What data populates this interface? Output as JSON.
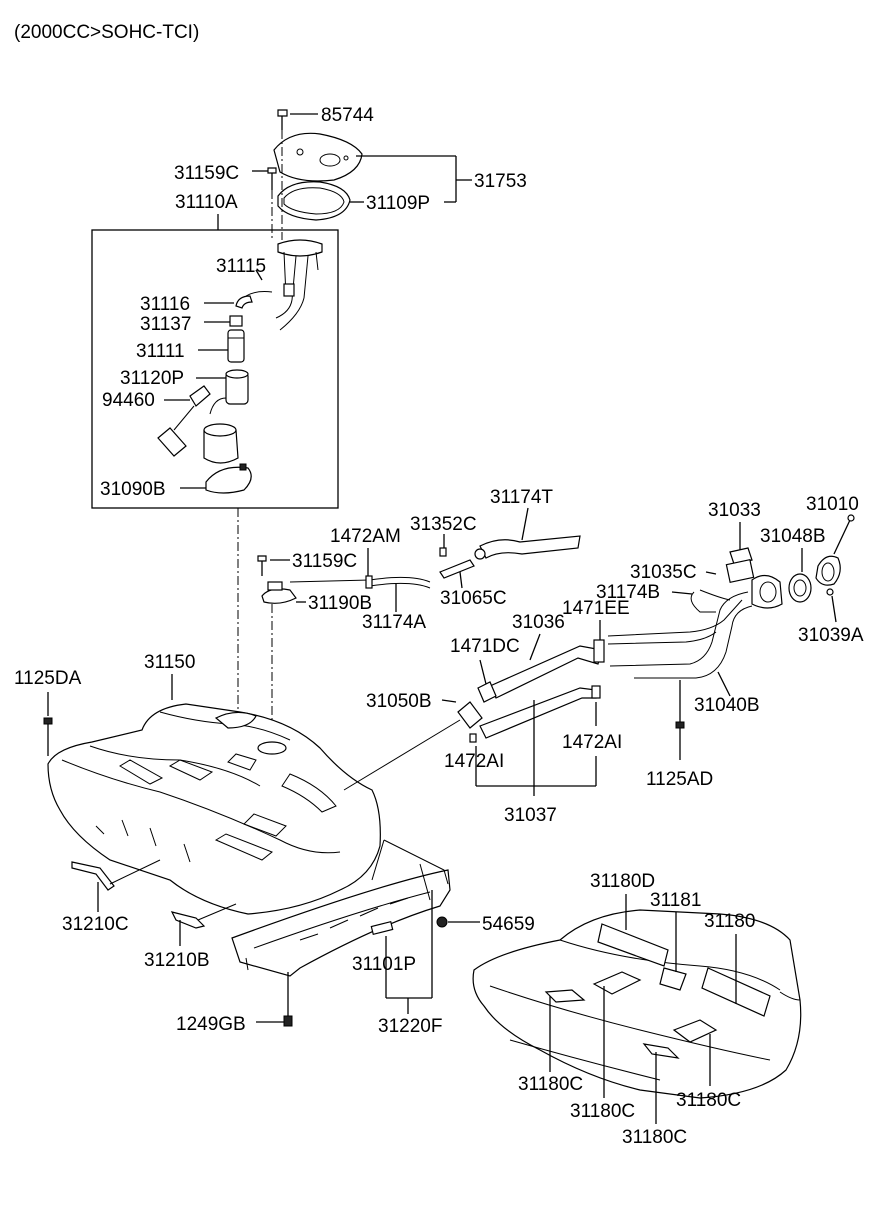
{
  "header": {
    "text": "(2000CC>SOHC-TCI)"
  },
  "labels": {
    "p85744": "85744",
    "p31159C_top": "31159C",
    "p31753": "31753",
    "p31109P": "31109P",
    "p31110A": "31110A",
    "p31115": "31115",
    "p31116": "31116",
    "p31137": "31137",
    "p31111": "31111",
    "p31120P": "31120P",
    "p94460": "94460",
    "p31090B": "31090B",
    "p31174T": "31174T",
    "p31352C": "31352C",
    "p1472AM": "1472AM",
    "p31159C_mid": "31159C",
    "p31190B": "31190B",
    "p31065C": "31065C",
    "p31174A": "31174A",
    "p31033": "31033",
    "p31010": "31010",
    "p31048B": "31048B",
    "p31035C": "31035C",
    "p31174B": "31174B",
    "p1471EE": "1471EE",
    "p31036": "31036",
    "p31039A": "31039A",
    "p1471DC": "1471DC",
    "p31150": "31150",
    "p1125DA": "1125DA",
    "p31050B": "31050B",
    "p31040B": "31040B",
    "p1472AI_right": "1472AI",
    "p1472AI_left": "1472AI",
    "p1125AD": "1125AD",
    "p31037": "31037",
    "p31180D": "31180D",
    "p31181": "31181",
    "p31180": "31180",
    "p31210C": "31210C",
    "p54659": "54659",
    "p31210B": "31210B",
    "p31101P": "31101P",
    "p1249GB": "1249GB",
    "p31220F": "31220F",
    "p31180C_a": "31180C",
    "p31180C_b": "31180C",
    "p31180C_c": "31180C",
    "p31180C_d": "31180C"
  }
}
